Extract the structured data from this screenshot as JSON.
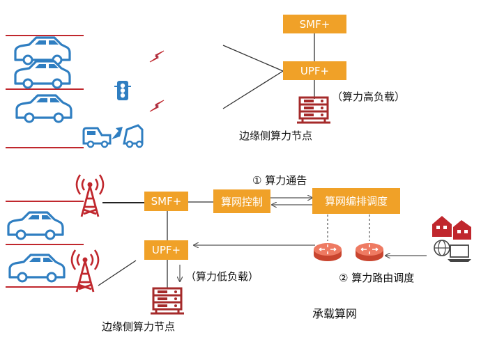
{
  "top": {
    "smf_label": "SMF+",
    "upf_label": "UPF+",
    "load_note": "（算力高负载）",
    "node_caption": "边缘侧算力节点"
  },
  "bottom": {
    "smf_label": "SMF+",
    "upf_label": "UPF+",
    "network_control_label": "算网控制",
    "orchestration_label": "算网编排调度",
    "step1_label": "① 算力通告",
    "step2_label": "② 算力路由调度",
    "load_note": "（算力低负载）",
    "node_caption": "边缘侧算力节点",
    "bearer_network_label": "承载算网"
  },
  "colors": {
    "orange": "#f0a128",
    "car_blue": "#2f7ec1",
    "road_red": "#c0272d",
    "server_red": "#a52a2a",
    "router_red": "#d9533d"
  }
}
